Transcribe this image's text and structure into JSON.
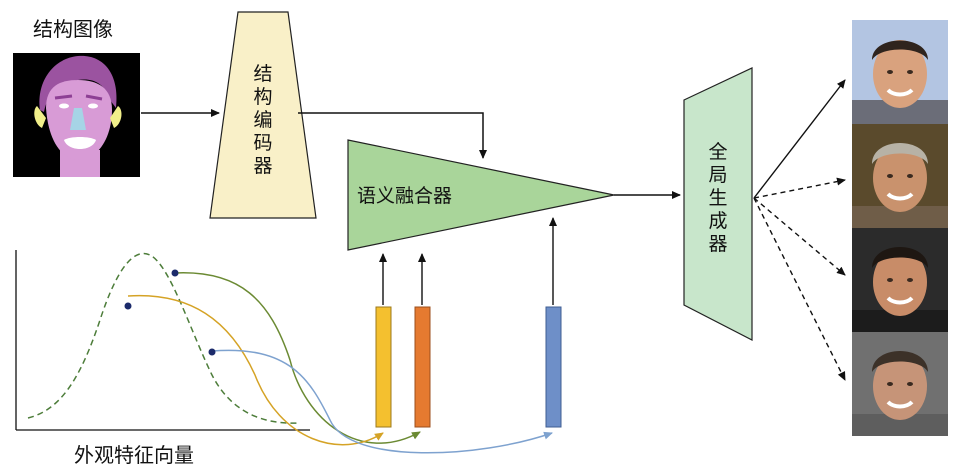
{
  "labels": {
    "structure_image": "结构图像",
    "structure_encoder": [
      "结",
      "构",
      "编",
      "码",
      "器"
    ],
    "semantic_fusion": "语义融合器",
    "global_generator": [
      "全",
      "局",
      "生",
      "成",
      "器"
    ],
    "appearance_vectors": "外观特征向量"
  },
  "colors": {
    "encoder_fill": "#f9f0c8",
    "fusion_fill": "#a9d59a",
    "generator_fill": "#c8e6cb",
    "bar_yellow": "#f4c02f",
    "bar_orange": "#e57a30",
    "bar_blue": "#6e8fc8",
    "curve_green": "#6b8a33",
    "curve_gold": "#d5a326",
    "curve_blue": "#7ea2cf",
    "dashed_curve": "#4d7d3a",
    "dot": "#1b2a6b"
  }
}
